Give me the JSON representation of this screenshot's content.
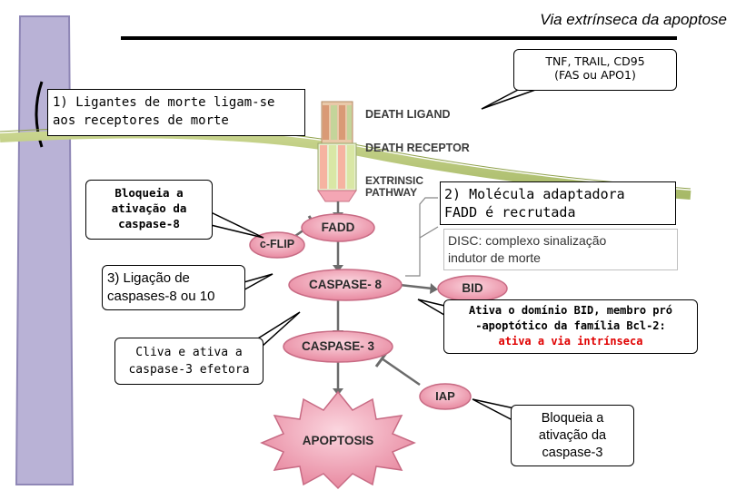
{
  "title": "Via extrínseca da apoptose",
  "callouts": {
    "tnf": {
      "line1": "TNF, TRAIL, CD95",
      "line2": "(FAS ou APO1)"
    },
    "step1": {
      "line1": "1) Ligantes de morte ligam-se",
      "line2": "aos receptores de morte"
    },
    "block_casp8": {
      "line1": "Bloqueia a",
      "line2": "ativação da",
      "line3": "caspase-8"
    },
    "step2": {
      "line1": "2) Molécula adaptadora",
      "line2": "FADD é recrutada"
    },
    "disc": {
      "line1": "DISC: complexo sinalização",
      "line2": "indutor de morte"
    },
    "step3": {
      "line1": "3) Ligação de",
      "line2": "caspases-8 ou 10"
    },
    "bid": {
      "line1": "Ativa o domínio BID, membro pró",
      "line2": "-apoptótico da família Bcl-2:",
      "line3": "ativa a via intrínseca"
    },
    "cleave": {
      "line1": "Cliva e ativa a",
      "line2": "caspase-3 efetora"
    },
    "block_casp3": {
      "line1": "Bloqueia a",
      "line2": "ativação da",
      "line3": "caspase-3"
    }
  },
  "diagram": {
    "death_ligand": "DEATH LIGAND",
    "death_receptor": "DEATH RECEPTOR",
    "extrinsic_1": "EXTRINSIC",
    "extrinsic_2": "PATHWAY",
    "fadd": "FADD",
    "cflip": "c-FLIP",
    "caspase8": "CASPASE- 8",
    "bid": "BID",
    "caspase3": "CASPASE- 3",
    "iap": "IAP",
    "apoptosis": "APOPTOSIS"
  },
  "colors": {
    "left_bar": "#b9b2d6",
    "membrane": "#b7c77a",
    "node_pink": "#f2a6b8",
    "node_pink_dark": "#d96b86",
    "bid_highlight": "#e00000",
    "disc_text": "#333333"
  }
}
